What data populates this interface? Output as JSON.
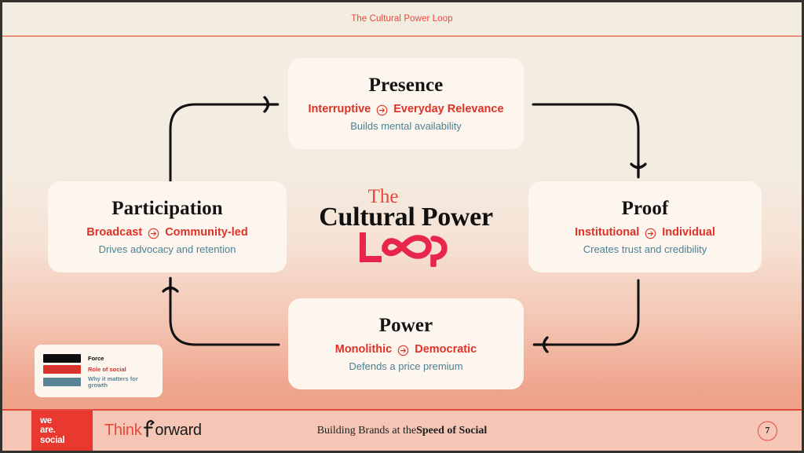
{
  "header": {
    "title": "The Cultural Power Loop"
  },
  "center_logo": {
    "line1": "The",
    "line2": "Cultural Power",
    "line3": "Loop"
  },
  "nodes": [
    {
      "id": "presence",
      "title": "Presence",
      "from": "Interruptive",
      "arrow_icon": "circled-right-arrow-icon",
      "to": "Everyday Relevance",
      "why": "Builds mental availability"
    },
    {
      "id": "proof",
      "title": "Proof",
      "from": "Institutional",
      "arrow_icon": "circled-right-arrow-icon",
      "to": "Individual",
      "why": "Creates trust and credibility"
    },
    {
      "id": "power",
      "title": "Power",
      "from": "Monolithic",
      "arrow_icon": "circled-right-arrow-icon",
      "to": "Democratic",
      "why": "Defends a price premium"
    },
    {
      "id": "participation",
      "title": "Participation",
      "from": "Broadcast",
      "arrow_icon": "circled-right-arrow-icon",
      "to": "Community-led",
      "why": "Drives advocacy and retention"
    }
  ],
  "legend": {
    "items": [
      {
        "label": "Force",
        "color": "#0d0d0d"
      },
      {
        "label": "Role of social",
        "color": "#d8322c"
      },
      {
        "label": "Why it matters for growth",
        "color": "#5a8496"
      }
    ]
  },
  "footer": {
    "brand": {
      "line1": "we",
      "line2": "are.",
      "line3": "social"
    },
    "think": "Think",
    "forward": "orward",
    "tagline_light": "Building Brands at the ",
    "tagline_bold": "Speed of Social",
    "page_number": "7"
  },
  "colors": {
    "red": "#e8483c",
    "deep_red": "#e03127",
    "teal": "#4c7f92",
    "black": "#141414",
    "card_bg": "#fdf6ee",
    "bg_top": "#f3ece1",
    "bg_bottom": "#eda188"
  }
}
